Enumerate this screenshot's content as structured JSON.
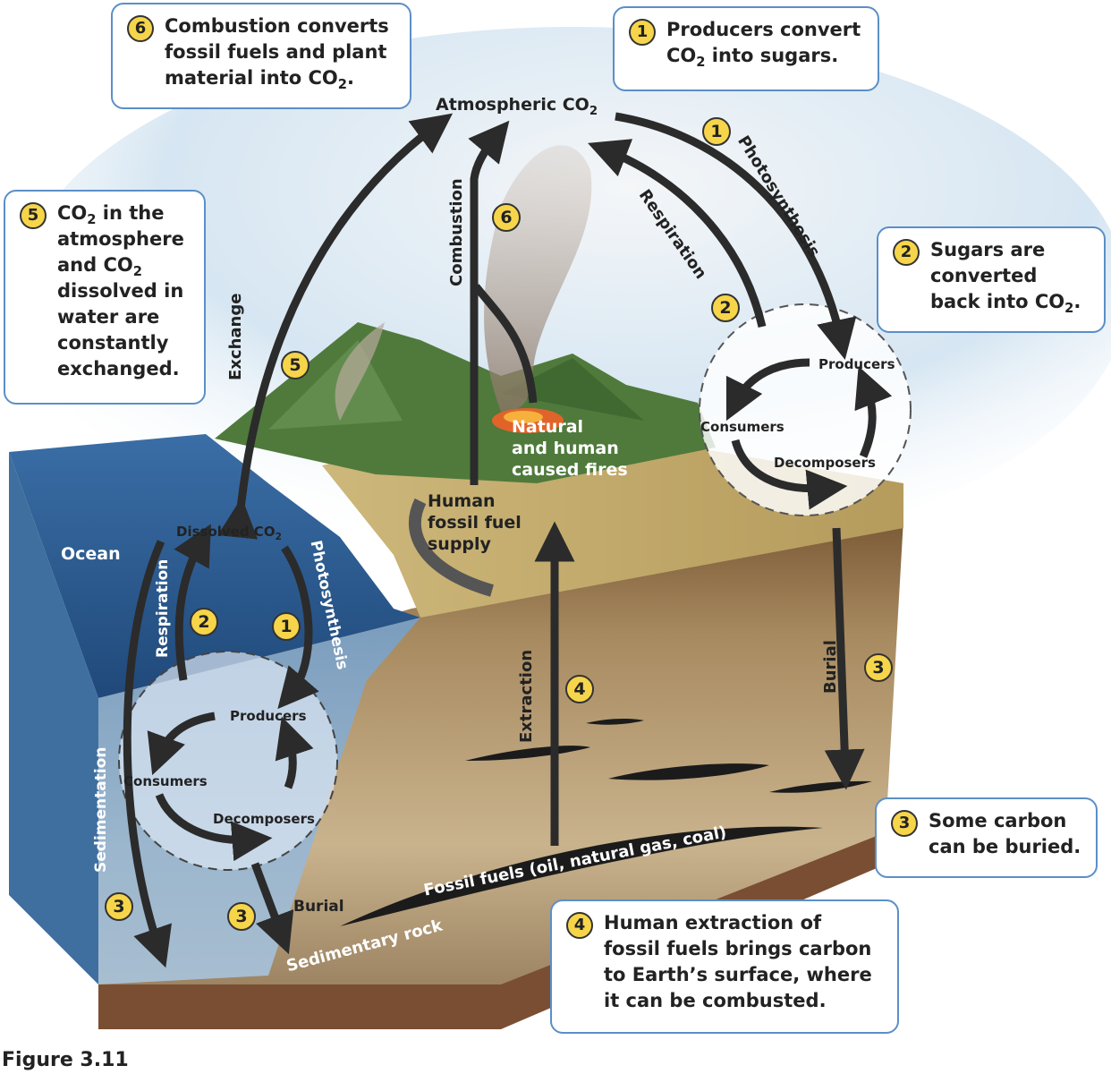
{
  "callouts": {
    "c6": {
      "num": "6",
      "line1": "Combustion converts",
      "line2": "fossil fuels and plant",
      "line3": "material into CO",
      "sub": "2",
      "end": "."
    },
    "c1": {
      "num": "1",
      "line1": "Producers convert",
      "line2a": "CO",
      "sub": "2",
      "line2b": " into sugars."
    },
    "c5": {
      "num": "5",
      "l1a": "CO",
      "l1sub": "2",
      "l1b": " in the",
      "l2": "atmosphere",
      "l3a": "and CO",
      "l3sub": "2",
      "l4": "dissolved in",
      "l5": "water are",
      "l6": "constantly",
      "l7": "exchanged."
    },
    "c2": {
      "num": "2",
      "line1": "Sugars are",
      "line2": "converted",
      "line3a": "back into CO",
      "sub": "2",
      "end": "."
    },
    "c3": {
      "num": "3",
      "line1": "Some carbon",
      "line2": "can be buried."
    },
    "c4": {
      "num": "4",
      "line1": "Human extraction of",
      "line2": "fossil fuels brings carbon",
      "line3": "to Earth’s surface, where",
      "line4": "it can be combusted."
    }
  },
  "labels": {
    "atmospheric_a": "Atmospheric CO",
    "atmospheric_sub": "2",
    "dissolved_a": "Dissolved CO",
    "dissolved_sub": "2",
    "ocean": "Ocean",
    "producers": "Producers",
    "consumers": "Consumers",
    "decomposers": "Decomposers",
    "fires1": "Natural",
    "fires2": "and human",
    "fires3": "caused fires",
    "fossil1": "Human",
    "fossil2": "fossil fuel",
    "fossil3": "supply",
    "fossil_fuels": "Fossil fuels (oil, natural gas, coal)",
    "sedimentary_rock": "Sedimentary rock",
    "burial": "Burial",
    "exchange": "Exchange",
    "combustion": "Combustion",
    "respiration": "Respiration",
    "photosynthesis": "Photosynthesis",
    "extraction": "Extraction",
    "sedimentation": "Sedimentation",
    "figure": "Figure 3.11"
  },
  "numbers": {
    "one": "1",
    "two": "2",
    "three": "3",
    "four": "4",
    "five": "5",
    "six": "6"
  },
  "colors": {
    "callout_border": "#5b8fc7",
    "badge": "#f6d54a",
    "arrow": "#2b2b2b",
    "ocean": "#2f5f93",
    "soil": "#a68a62"
  }
}
